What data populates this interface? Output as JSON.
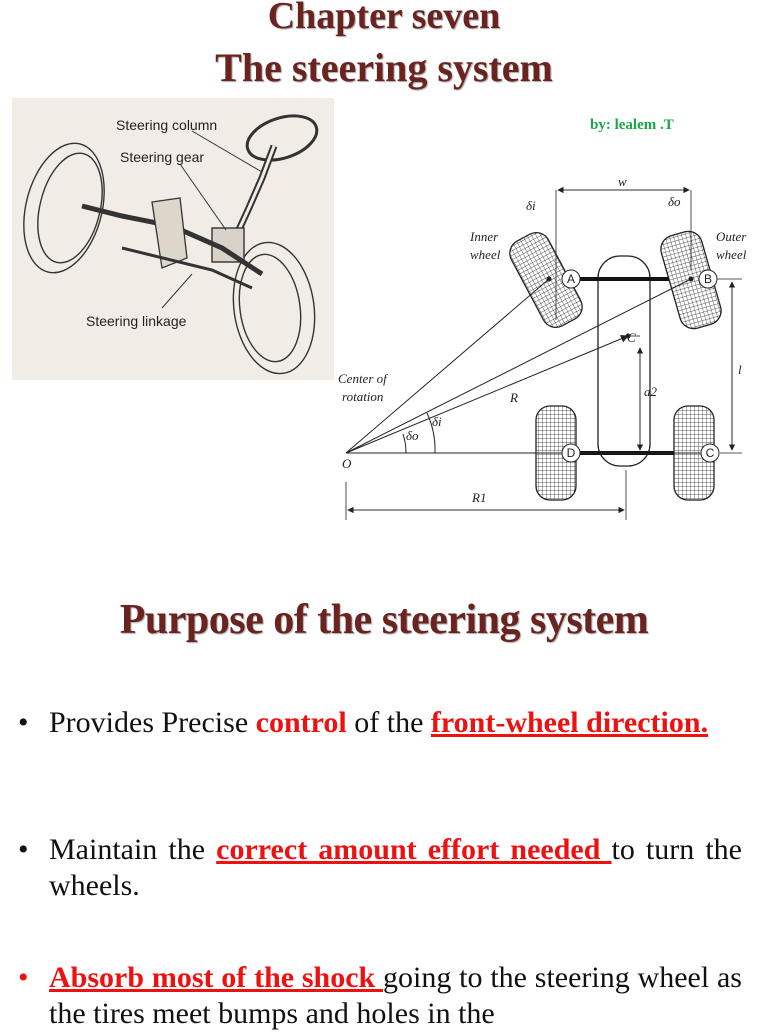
{
  "header": {
    "line1": "Chapter seven",
    "line2": "The steering system",
    "author": "by: lealem .T"
  },
  "figure_left": {
    "labels": {
      "steering_column": "Steering column",
      "steering_gear": "Steering gear",
      "steering_linkage": "Steering linkage"
    }
  },
  "figure_right": {
    "labels": {
      "w": "w",
      "delta_i": "δi",
      "delta_o": "δo",
      "inner_wheel_1": "Inner",
      "inner_wheel_2": "wheel",
      "outer_wheel_1": "Outer",
      "outer_wheel_2": "wheel",
      "center_1": "Center of",
      "center_2": "rotation",
      "R": "R",
      "R1": "R1",
      "l": "l",
      "a2": "a2",
      "O": "O",
      "A": "A",
      "B": "B",
      "C": "C",
      "D": "D",
      "C2": "C"
    }
  },
  "section": {
    "heading": "Purpose of the steering system",
    "bullet_symbol": "•",
    "bullets": [
      {
        "p1": "Provides Precise ",
        "k1": "control",
        "p2": " of the ",
        "k2": "front-wheel direction."
      },
      {
        "p1": "Maintain the ",
        "k1": "correct amount effort needed ",
        "p2": "to turn the wheels."
      },
      {
        "k1": "Absorb most of the shock ",
        "p1": "going to the steering wheel as the tires meet bumps and holes in the"
      }
    ]
  },
  "colors": {
    "title": "#6b2320",
    "author": "#1aa64a",
    "highlight": "#ee1111"
  }
}
